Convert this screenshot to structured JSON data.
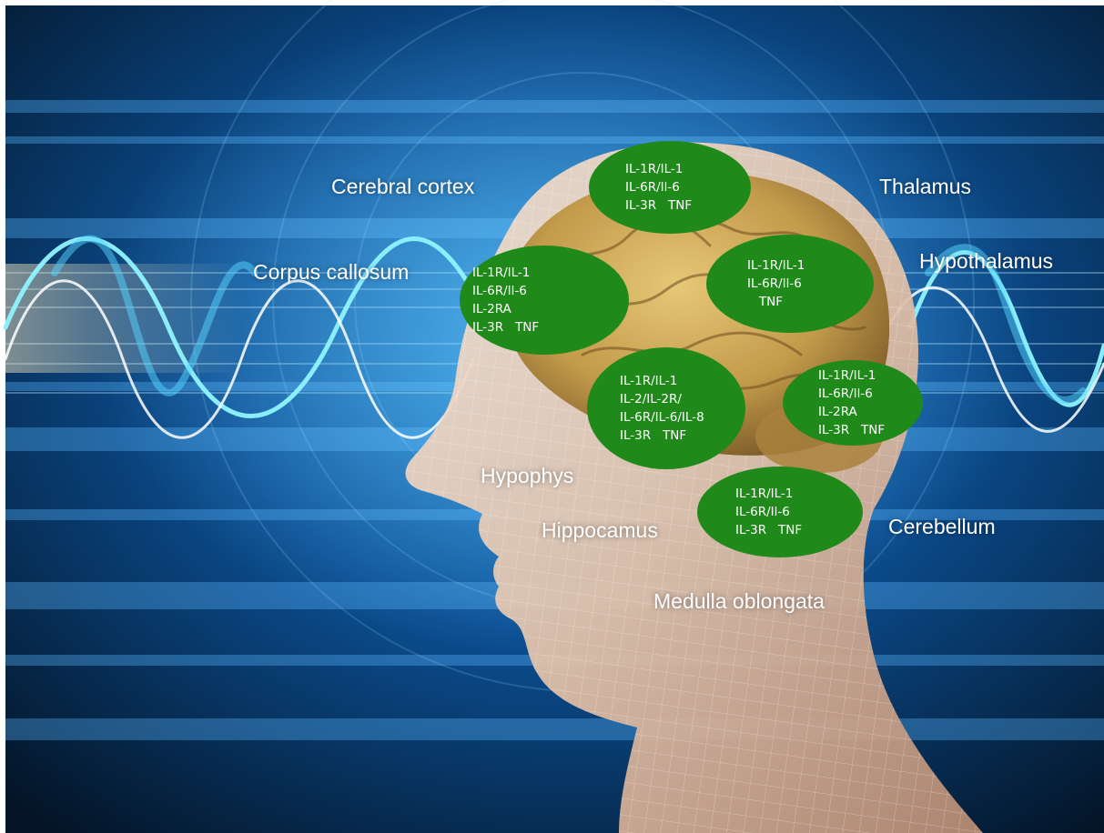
{
  "colors": {
    "background_dark": "#041426",
    "background_glow": "#1a7fd0",
    "wave": "#8ff4ff",
    "bubble_fill": "#1f8a1a",
    "brain": "#c9a552",
    "skin": "#e9cdb8",
    "label_text": "#ffffff"
  },
  "regions": {
    "cerebral_cortex": "Cerebral cortex",
    "thalamus": "Thalamus",
    "corpus_callosum": "Corpus callosum",
    "hypothalamus": "Hypothalamus",
    "hypophys": "Hypophys",
    "hippocampus": "Hippocamus",
    "cerebellum": "Cerebellum",
    "medulla": "Medulla oblongata"
  },
  "bubbles": {
    "top": [
      "IL-1R/IL-1",
      "IL-6R/Il-6",
      "IL-3R   TNF"
    ],
    "left": [
      "IL-1R/IL-1",
      "IL-6R/Il-6",
      "IL-2RA",
      "IL-3R   TNF"
    ],
    "right_upper": [
      "IL-1R/IL-1",
      "IL-6R/Il-6",
      "   TNF"
    ],
    "center": [
      "IL-1R/IL-1",
      "IL-2/IL-2R/",
      "IL-6R/IL-6/IL-8",
      "IL-3R   TNF"
    ],
    "right_lower": [
      "IL-1R/IL-1",
      "IL-6R/Il-6",
      "IL-2RA",
      "IL-3R   TNF"
    ],
    "bottom": [
      "IL-1R/IL-1",
      "IL-6R/Il-6",
      "IL-3R   TNF"
    ]
  }
}
